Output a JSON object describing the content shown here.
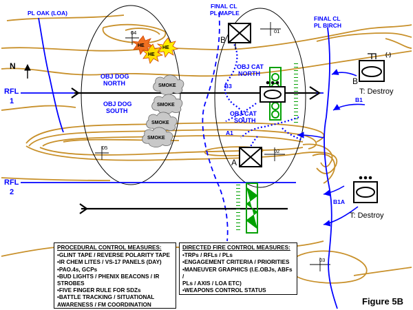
{
  "labels": {
    "pl_oak": "PL OAK (LOA)",
    "pl_maple_1": "FINAL CL",
    "pl_maple_2": "PL MAPLE",
    "pl_birch_1": "FINAL CL",
    "pl_birch_2": "PL BIRCH",
    "north": "N",
    "rfl1_a": "RFL",
    "rfl1_b": "1",
    "rfl2_a": "RFL",
    "rfl2_b": "2",
    "obj_dog_north_1": "OBJ DOG",
    "obj_dog_north_2": "NORTH",
    "obj_dog_south_1": "OBJ DOG",
    "obj_dog_south_2": "SOUTH",
    "obj_cat_north_1": "OBJ CAT",
    "obj_cat_north_2": "NORTH",
    "obj_cat_south_1": "OBJ CAT",
    "obj_cat_south_2": "SOUTH",
    "grid_04": "04",
    "grid_01": "01",
    "grid_05": "05",
    "grid_02": "02",
    "grid_03": "03",
    "he": "HE",
    "smoke": "SMOKE",
    "b_left": "B",
    "b_right": "B",
    "a_left": "A",
    "b3": "B3",
    "a1": "A1",
    "b1": "B1",
    "b1a": "B1A",
    "t_destroy_1": "T: Destroy",
    "t_destroy_2": "T: Destroy",
    "plus_minus": "(-)",
    "figure": "Figure 5B"
  },
  "procedural": {
    "title": "PROCEDURAL CONTROL MEASURES:",
    "items": [
      "•GLINT TAPE / REVERSE POLARITY TAPE",
      "•IR CHEM LITES / VS-17 PANELS (DAY)",
      "•PAO.4s, GCPs",
      "•BUD LIGHTS / PHENIX BEACONS / IR",
      "STROBES",
      "•FIVE FINGER RULE FOR SDZs",
      "•BATTLE TRACKING / SITUATIONAL",
      "AWARENESS / FM COORDINATION"
    ]
  },
  "directed": {
    "title": "DIRECTED FIRE CONTROL MEASURES:",
    "items": [
      "•TRPs / RFLs / PLs",
      "•ENGAGEMENT CRITERIA / PRIORITIES",
      "•MANEUVER GRAPHICS (I.E.OBJs, ABFs /",
      "PLs / AXIS / LOA ETC)",
      "•WEAPONS CONTROL STATUS"
    ]
  }
}
